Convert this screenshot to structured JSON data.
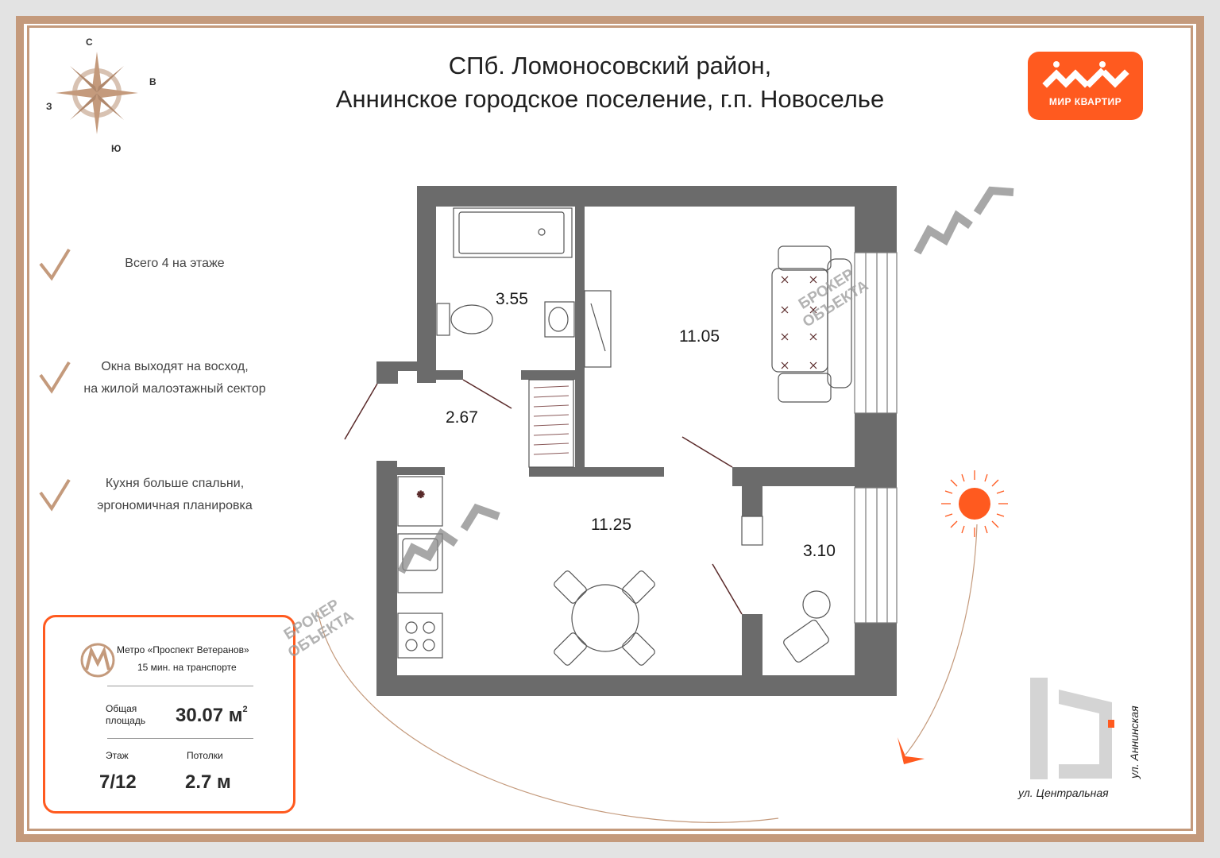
{
  "title": {
    "line1": "СПб. Ломоносовский район,",
    "line2": "Аннинское городское поселение, г.п. Новоселье"
  },
  "logo": {
    "text": "МИР КВАРТИР",
    "color": "#ff5a1f"
  },
  "compass": {
    "north": "С",
    "east": "В",
    "west": "З",
    "south": "Ю",
    "icon": "compass-rose-icon"
  },
  "features": [
    {
      "lines": [
        "Всего 4 на этаже"
      ]
    },
    {
      "lines": [
        "Окна выходят на восход,",
        "на жилой малоэтажный сектор"
      ]
    },
    {
      "lines": [
        "Кухня больше спальни,",
        "эргономичная планировка"
      ]
    }
  ],
  "info": {
    "metro_name": "Метро «Проспект Ветеранов»",
    "metro_time": "15 мин. на транспорте",
    "area_label_1": "Общая",
    "area_label_2": "площадь",
    "area_value": "30.07 м",
    "area_unit_sup": "2",
    "floor_label": "Этаж",
    "floor_value": "7/12",
    "ceiling_label": "Потолки",
    "ceiling_value": "2.7 м"
  },
  "rooms": {
    "bathroom": "3.55",
    "hall": "2.67",
    "living": "11.05",
    "kitchen": "11.25",
    "balcony": "3.10"
  },
  "streets": {
    "bottom": "ул. Центральная",
    "side": "ул. Аннинская"
  },
  "watermark": {
    "line1": "БРОКЕР",
    "line2": "ОБЪЕКТА"
  },
  "colors": {
    "accent": "#ff5a1f",
    "frame": "#c49a7c",
    "wall": "#6b6b6b"
  }
}
